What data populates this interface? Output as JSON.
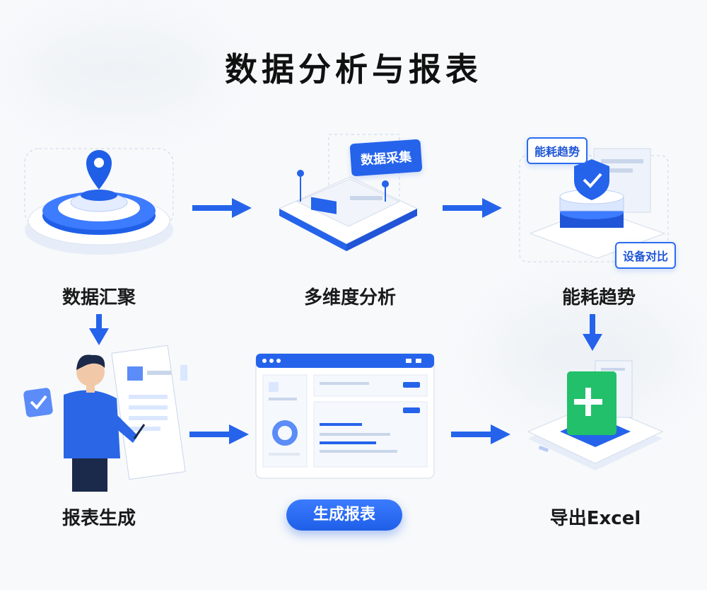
{
  "title": "数据分析与报表",
  "steps": {
    "aggregate": "数据汇聚",
    "multi_analysis": "多维度分析",
    "energy_trend": "能耗趋势",
    "report_gen": "报表生成",
    "export_excel": "导出Excel"
  },
  "tags": {
    "data_collect": "数据采集",
    "energy_trend_tag": "能耗趋势",
    "device_compare": "设备对比"
  },
  "button": {
    "generate_report": "生成报表"
  },
  "colors": {
    "primary": "#2563eb",
    "light_blue": "#dbe7ff",
    "green": "#22c06a",
    "text": "#111111"
  },
  "icons": [
    "location-pin-icon",
    "shield-check-icon",
    "checkbox-icon",
    "excel-plus-icon",
    "arrow-right-icon",
    "arrow-down-icon"
  ]
}
